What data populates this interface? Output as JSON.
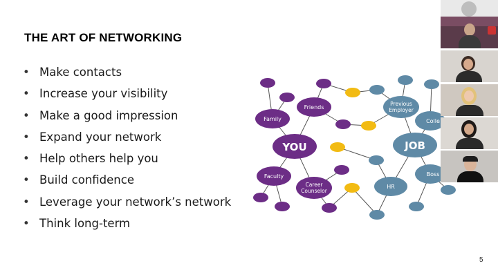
{
  "slide": {
    "title": "THE ART OF NETWORKING",
    "bullets": [
      "Make contacts",
      "Increase your visibility",
      "Make a good impression",
      "Expand your network",
      "Help others help you",
      "Build confidence",
      "Leverage your network’s network",
      "Think long-term"
    ],
    "page_number": "5"
  },
  "diagram": {
    "colors": {
      "purple": "#6c2d86",
      "teal": "#5f8aa6",
      "yellow": "#f2bb13",
      "line": "#555555"
    },
    "you_label": "YOU",
    "job_label": "JOB",
    "nodes": {
      "family": "Family",
      "friends": "Friends",
      "faculty": "Faculty",
      "career_counselor_1": "Career",
      "career_counselor_2": "Counselor",
      "previous_employer_1": "Previous",
      "previous_employer_2": "Employer",
      "colleague": "Colle",
      "boss": "Boss",
      "hr": "HR"
    }
  },
  "video_tiles": [
    {
      "name": "participant-1"
    },
    {
      "name": "participant-2"
    },
    {
      "name": "participant-3"
    },
    {
      "name": "participant-4"
    },
    {
      "name": "participant-5"
    },
    {
      "name": "participant-6"
    }
  ]
}
